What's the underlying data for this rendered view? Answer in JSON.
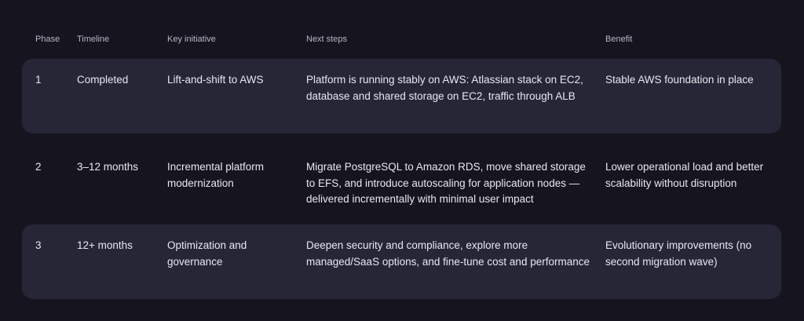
{
  "headers": {
    "phase": "Phase",
    "timeline": "Timeline",
    "initiative": "Key initiative",
    "next_steps": "Next steps",
    "benefit": "Benefit"
  },
  "rows": [
    {
      "phase": "1",
      "timeline": "Completed",
      "initiative": "Lift-and-shift to AWS",
      "next_steps": "Platform is running stably on AWS: Atlassian stack on EC2, database and shared storage on EC2, traffic through ALB",
      "benefit": "Stable AWS foundation in place"
    },
    {
      "phase": "2",
      "timeline": "3–12 months",
      "initiative": "Incremental platform modernization",
      "next_steps": "Migrate PostgreSQL to Amazon RDS, move shared storage to EFS, and introduce autoscaling for application nodes — delivered incrementally with minimal user impact",
      "benefit": "Lower operational load and better scalability without disruption"
    },
    {
      "phase": "3",
      "timeline": "12+ months",
      "initiative": "Optimization and governance",
      "next_steps": "Deepen security and compliance, explore more managed/SaaS options, and fine-tune cost and performance",
      "benefit": "Evolutionary improvements (no second migration wave)"
    }
  ]
}
